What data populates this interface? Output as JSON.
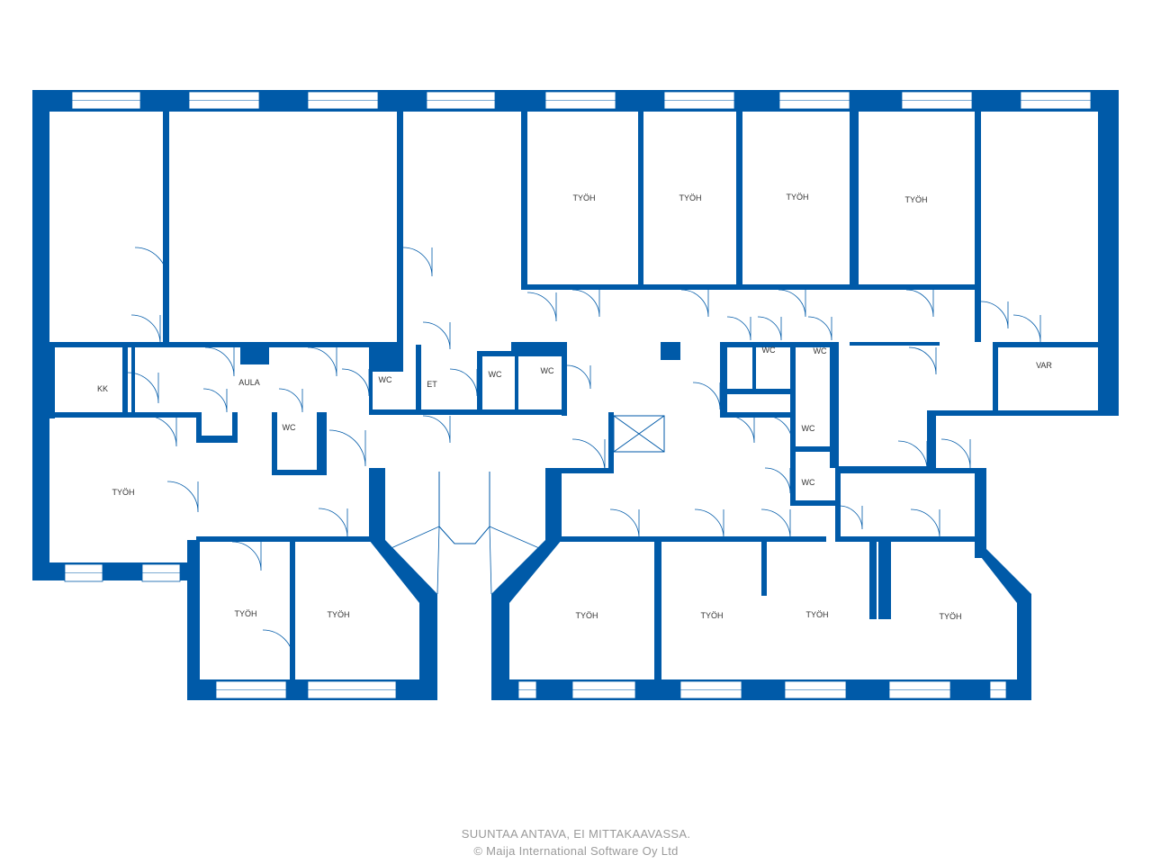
{
  "plan": {
    "wall_color": "#005aa8",
    "rooms": [
      {
        "label": "TYÖH"
      },
      {
        "label": "TYÖH"
      },
      {
        "label": "TYÖH"
      },
      {
        "label": "TYÖH"
      },
      {
        "label": "KK"
      },
      {
        "label": "AULA"
      },
      {
        "label": "WC"
      },
      {
        "label": "ET"
      },
      {
        "label": "WC"
      },
      {
        "label": "WC"
      },
      {
        "label": "WC"
      },
      {
        "label": "TYÖH"
      },
      {
        "label": "WC"
      },
      {
        "label": "WC"
      },
      {
        "label": "WC"
      },
      {
        "label": "WC"
      },
      {
        "label": "VAR"
      },
      {
        "label": "TYÖH"
      },
      {
        "label": "TYÖH"
      },
      {
        "label": "TYÖH"
      },
      {
        "label": "TYÖH"
      },
      {
        "label": "TYÖH"
      },
      {
        "label": "TYÖH"
      }
    ]
  },
  "footer": {
    "disclaimer": "SUUNTAA ANTAVA, EI MITTAKAAVASSA.",
    "copyright": "© Maija International Software Oy Ltd"
  }
}
